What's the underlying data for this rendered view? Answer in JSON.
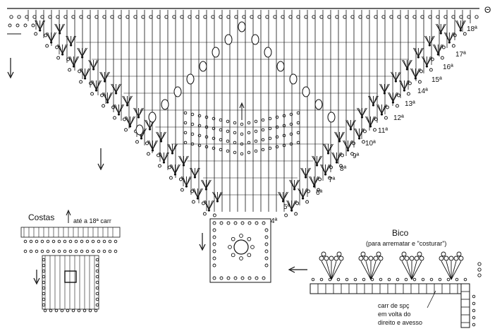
{
  "main_chart": {
    "row_labels": [
      "4ª",
      "5ª",
      "6ª",
      "7ª",
      "8ª",
      "9ª",
      "10ª",
      "11ª",
      "12ª",
      "13ª",
      "14ª",
      "15ª",
      "16ª",
      "17ª",
      "18ª"
    ],
    "start_marker": "Θ"
  },
  "costas": {
    "title": "Costas",
    "note": "até a 18ª carr"
  },
  "bico": {
    "title": "Bico",
    "subtitle": "(para arrematar e \"costurar\")",
    "note_lines": [
      "carr de spç",
      "em volta do",
      "direito e avesso"
    ]
  }
}
